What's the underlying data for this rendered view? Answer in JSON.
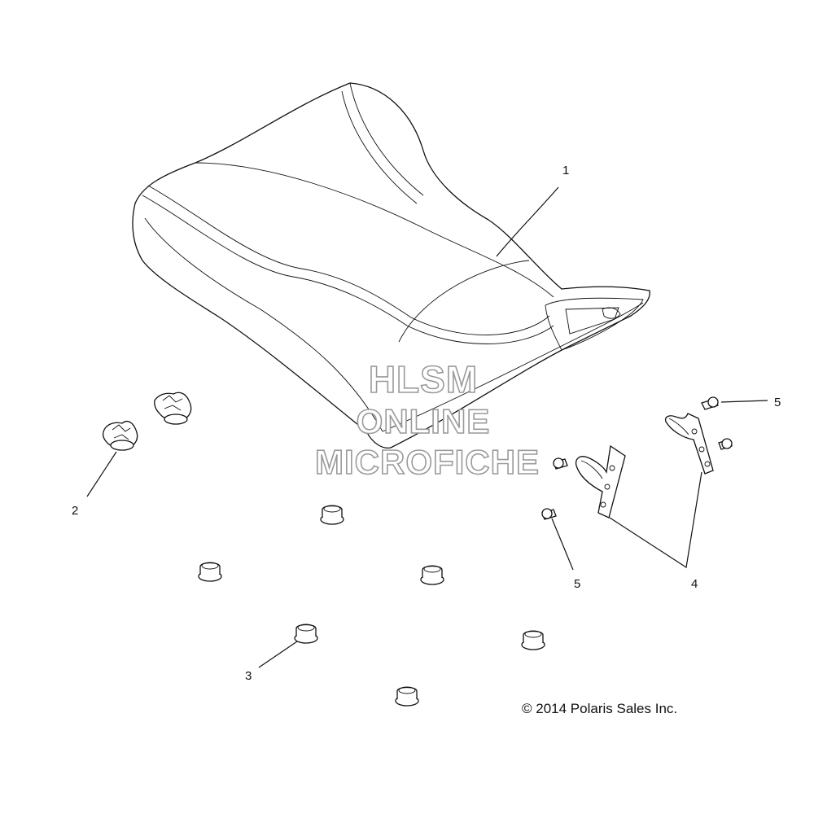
{
  "callouts": {
    "c1": "1",
    "c2": "2",
    "c3": "3",
    "c4": "4",
    "c5a": "5",
    "c5b": "5"
  },
  "watermark": {
    "line1": "HLSM",
    "line2": "ONLINE",
    "line3": "MICROFICHE"
  },
  "copyright": "© 2014 Polaris Sales Inc.",
  "colors": {
    "line": "#111111",
    "watermark_outline": "#9a9a9a",
    "background": "#ffffff"
  }
}
